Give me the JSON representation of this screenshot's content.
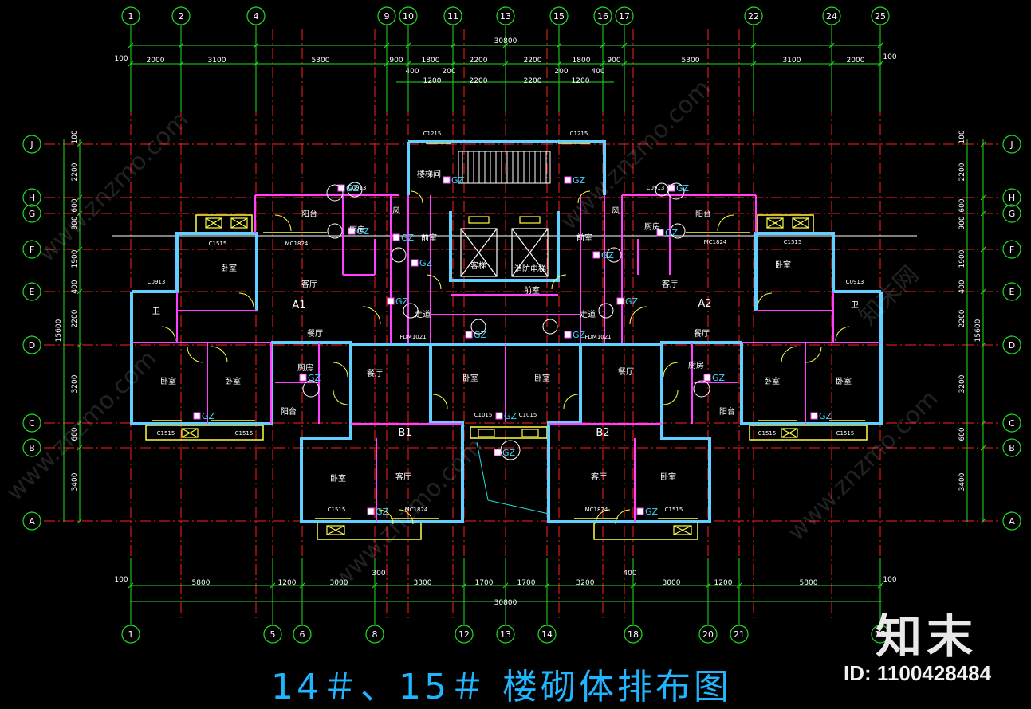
{
  "drawing_title": "14＃、15＃ 楼砌体排布图",
  "watermark": {
    "site": "www.znzmo.com",
    "brand": "知末",
    "brand_cn": "知末网",
    "id": "ID: 1100428484"
  },
  "colors": {
    "background": "#000000",
    "grid": "#ff2020",
    "dimension": "#22dd22",
    "wall": "#5fd0ff",
    "partition": "#ff40ff",
    "window": "#ffff40",
    "text": "#ffffff"
  },
  "column_axes_top": [
    "1",
    "2",
    "4",
    "9",
    "10",
    "11",
    "13",
    "15",
    "16",
    "17",
    "22",
    "24",
    "25"
  ],
  "column_axes_bottom": [
    "1",
    "5",
    "6",
    "8",
    "12",
    "13",
    "14",
    "18",
    "20",
    "21",
    "25"
  ],
  "row_axes": [
    "J",
    "H",
    "G",
    "F",
    "E",
    "D",
    "C",
    "B",
    "A"
  ],
  "dimensions": {
    "top_total": "30800",
    "top_row1": [
      "100",
      "2000",
      "3100",
      "5300",
      "900",
      "1800",
      "2200",
      "2200",
      "1800",
      "900",
      "5300",
      "3100",
      "2000",
      "100"
    ],
    "top_row2": [
      "400",
      "200",
      "200",
      "400",
      "1200",
      "2200",
      "2200",
      "1200"
    ],
    "bottom_total": "30800",
    "bottom_row": [
      "100",
      "5800",
      "1200",
      "3000",
      "3300",
      "1700",
      "1700",
      "3200",
      "3000",
      "1200",
      "5800",
      "100"
    ],
    "bottom_extra": [
      "300",
      "400"
    ],
    "side_total": "15600",
    "side_segments": [
      "100",
      "2200",
      "600",
      "900",
      "1900",
      "400",
      "2200",
      "3200",
      "600",
      "3400"
    ]
  },
  "units": [
    "A1",
    "A2",
    "B1",
    "B2"
  ],
  "room_labels": [
    "楼梯间",
    "阳台",
    "阳台",
    "厨房",
    "厨房",
    "卧室",
    "卧室",
    "客厅",
    "客厅",
    "卫",
    "卫",
    "餐厅",
    "餐厅",
    "前室",
    "前室",
    "走道",
    "走道",
    "客梯",
    "消防电梯",
    "前室",
    "厨房",
    "厨房",
    "阳台",
    "阳台",
    "餐厅",
    "餐厅",
    "卧室",
    "卧室",
    "卧室",
    "卧室",
    "卧室",
    "卧室",
    "卧室",
    "卧室",
    "客厅",
    "客厅",
    "风",
    "风"
  ],
  "openings": [
    "C1215",
    "C1215",
    "C0913",
    "C0913",
    "C0913",
    "C0913",
    "C1515",
    "C1515",
    "C1515",
    "C1515",
    "C1515",
    "C1515",
    "C1515",
    "C1515",
    "MC1824",
    "MC1824",
    "MC1824",
    "MC1824",
    "C1015",
    "C1015",
    "FDM1021",
    "FDM1021"
  ],
  "markers": [
    "GZ"
  ]
}
